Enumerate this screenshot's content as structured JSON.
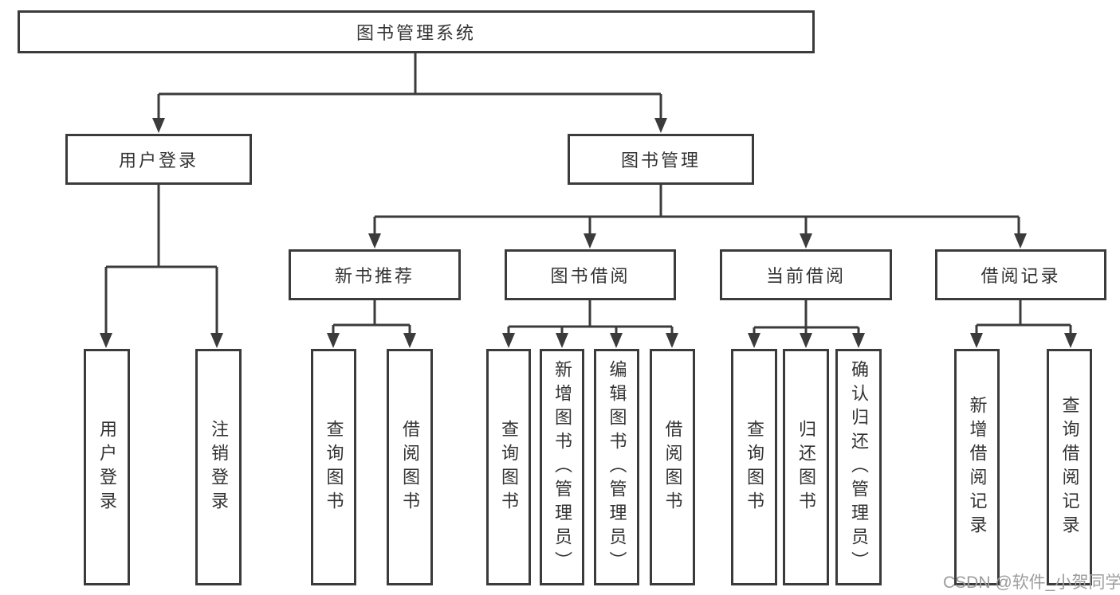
{
  "tree": {
    "root": {
      "label": "图书管理系统",
      "children": [
        {
          "label": "用户登录",
          "children": [
            {
              "label": "用户登录"
            },
            {
              "label": "注销登录"
            }
          ]
        },
        {
          "label": "图书管理",
          "children": [
            {
              "label": "新书推荐",
              "children": [
                {
                  "label": "查询图书"
                },
                {
                  "label": "借阅图书"
                }
              ]
            },
            {
              "label": "图书借阅",
              "children": [
                {
                  "label": "查询图书"
                },
                {
                  "label": "新增图书（管理员）"
                },
                {
                  "label": "编辑图书（管理员）"
                },
                {
                  "label": "借阅图书"
                }
              ]
            },
            {
              "label": "当前借阅",
              "children": [
                {
                  "label": "查询图书"
                },
                {
                  "label": "归还图书"
                },
                {
                  "label": "确认归还（管理员）"
                }
              ]
            },
            {
              "label": "借阅记录",
              "children": [
                {
                  "label": "新增借阅记录"
                },
                {
                  "label": "查询借阅记录"
                }
              ]
            }
          ]
        }
      ]
    }
  },
  "watermark": {
    "text": "CSDN @软件_小贺同学"
  },
  "colors": {
    "line": "#3b3b3b",
    "text": "#333333",
    "watermark": "#9c9c9c",
    "background": "#ffffff"
  }
}
